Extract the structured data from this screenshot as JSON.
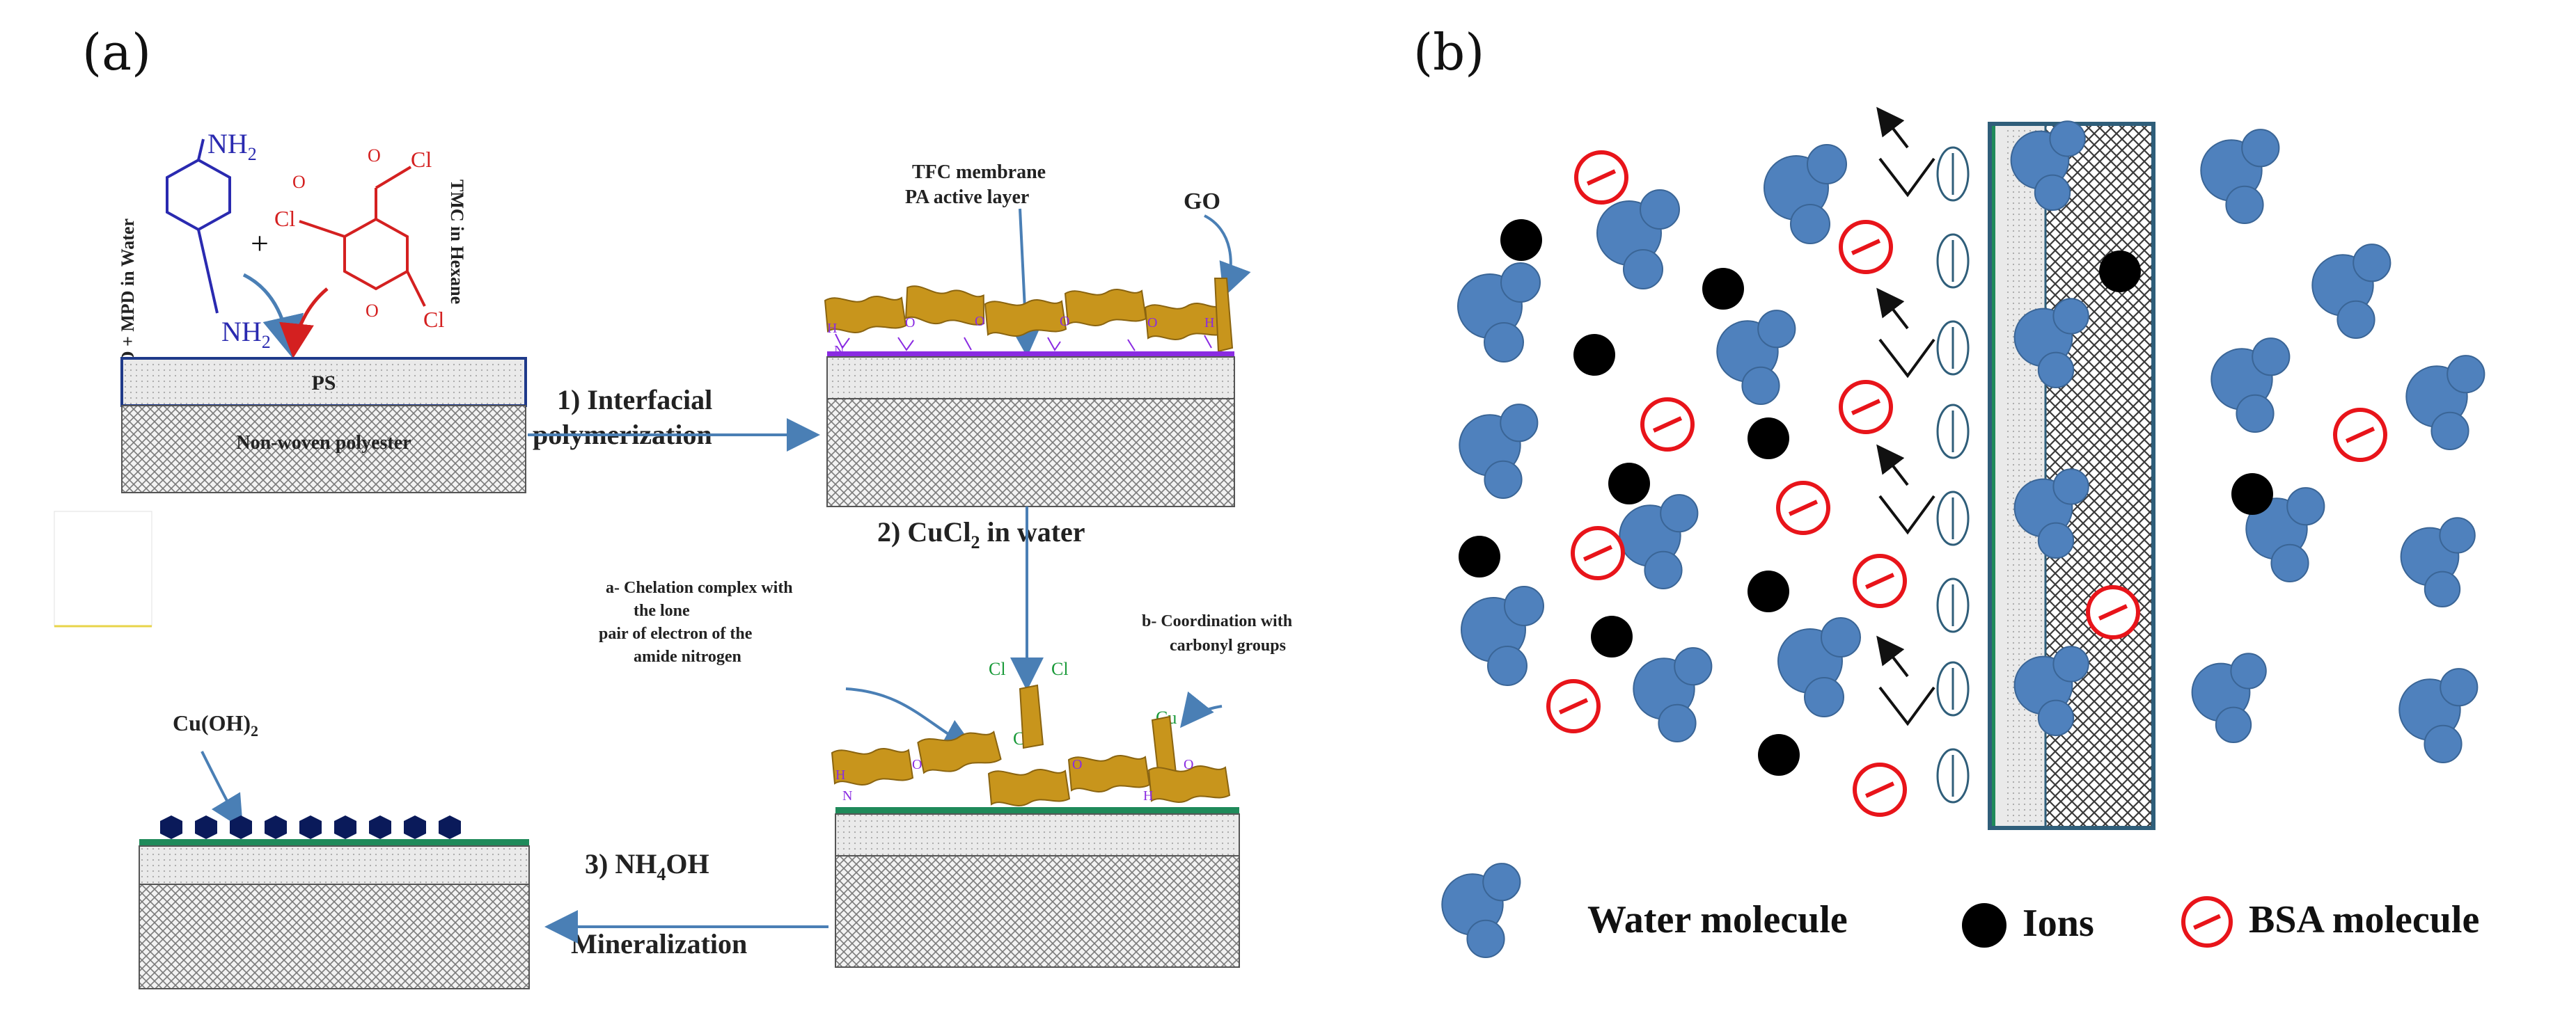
{
  "panel_a": {
    "label": "(a)",
    "mpd": {
      "amine_top": "NH",
      "amine_top_sub": "2",
      "amine_bottom": "NH",
      "amine_bottom_sub": "2",
      "plus": "+"
    },
    "tmc": {
      "cl_left": "Cl",
      "cl_top": "Cl",
      "cl_bottom": "Cl",
      "o1": "O",
      "o2": "O",
      "o3": "O"
    },
    "side_label_left": "GO + MPD in Water",
    "side_label_right": "TMC in Hexane",
    "substrate_top": "PS",
    "substrate_bottom": "Non-woven polyester",
    "step1_line1": "1) Interfacial",
    "step1_line2": "polymerization",
    "tfc_line1": "TFC membrane",
    "tfc_line2": "PA active layer",
    "go_label": "GO",
    "step2_main": "2) CuCl",
    "step2_sub": "2",
    "step2_tail": " in water",
    "chelation_line1": "a- Chelation complex with",
    "chelation_line2": "the lone",
    "chelation_line3": "pair of electron of  the",
    "chelation_line4": "amide nitrogen",
    "coordination_line1": "b- Coordination with",
    "coordination_line2": "carbonyl groups",
    "cu_label": "Cu",
    "cl_label": "Cl",
    "cu_oh_main": "Cu(OH)",
    "cu_oh_sub": "2",
    "step3_main": "3) NH",
    "step3_sub": "4",
    "step3_tail": "OH",
    "step3_line2": "Mineralization",
    "atom_o": "O",
    "atom_h": "H",
    "atom_n": "N"
  },
  "panel_b": {
    "label": "(b)",
    "legend": {
      "water": "Water molecule",
      "ions": "Ions",
      "bsa": "BSA molecule"
    }
  },
  "colors": {
    "water_fill": "#4f81bd",
    "water_stroke": "#3a6596",
    "ion_fill": "#000000",
    "bsa_stroke": "#e8141a",
    "membrane_frame": "#2f5e7a",
    "membrane_green": "#1f8a5a",
    "arrow_blue": "#4a7fb5",
    "go_gold": "#c8951c",
    "chem_blue": "#2a2ab0",
    "chem_red": "#d42020",
    "purple": "#8a2be2",
    "cu_green": "#1a9a3a"
  }
}
